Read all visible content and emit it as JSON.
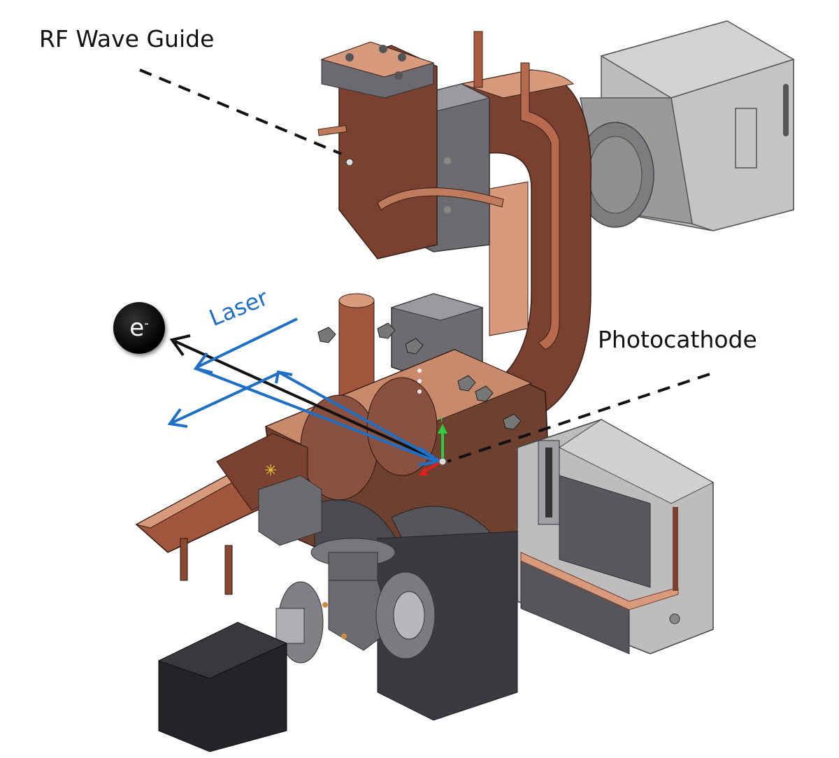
{
  "figure": {
    "title": "Photocathode RF electron gun assembly (CAD cutaway)",
    "labels": {
      "rf_wave_guide": "RF Wave Guide",
      "photocathode": "Photocathode",
      "laser": "Laser",
      "electron_symbol": "e",
      "electron_charge": "-"
    },
    "axis_triad": {
      "y_label": "Y"
    },
    "colors": {
      "copper_light": "#d89a7c",
      "copper_dark": "#7a4030",
      "steel_light": "#c8c8c8",
      "steel_mid": "#8c8c8c",
      "steel_dark": "#555558",
      "black_box": "#2a2a2e",
      "laser_blue": "#1f6fc5",
      "electron_path": "#111111",
      "axis_green": "#2ecc40",
      "axis_red": "#e02020"
    }
  }
}
